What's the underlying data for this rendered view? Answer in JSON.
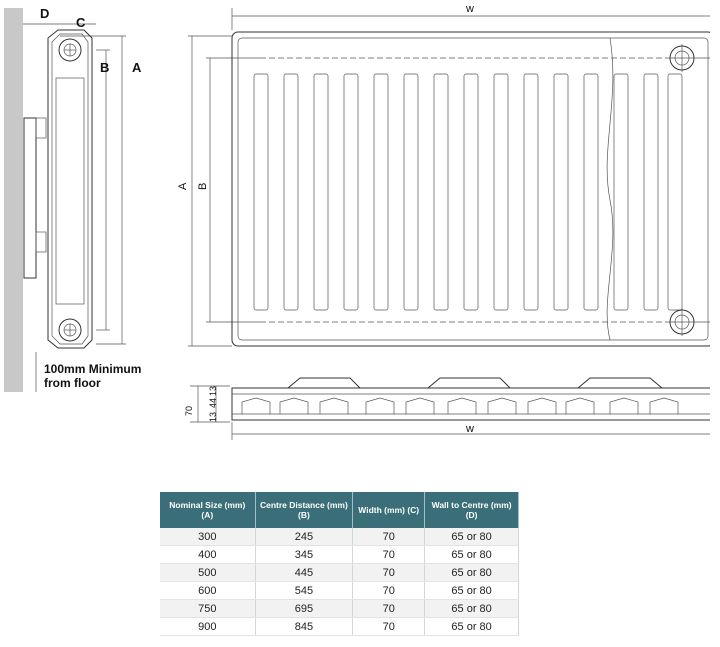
{
  "side_view": {
    "labels": {
      "d": "D",
      "c": "C",
      "b": "B",
      "a": "A"
    },
    "floor_note_line1": "100mm Minimum",
    "floor_note_line2": "from floor"
  },
  "front_view": {
    "width_label": "w",
    "a_label": "A",
    "b_label": "B"
  },
  "top_view": {
    "width_label": "w",
    "depth_label": "70",
    "seg_top": "13",
    "seg_mid": "44",
    "seg_bottom": "13"
  },
  "table": {
    "headers": [
      "Nominal Size (mm) (A)",
      "Centre Distance (mm) (B)",
      "Width (mm) (C)",
      "Wall to Centre (mm) (D)"
    ],
    "rows": [
      [
        "300",
        "245",
        "70",
        "65 or 80"
      ],
      [
        "400",
        "345",
        "70",
        "65 or 80"
      ],
      [
        "500",
        "445",
        "70",
        "65 or 80"
      ],
      [
        "600",
        "545",
        "70",
        "65 or 80"
      ],
      [
        "750",
        "695",
        "70",
        "65 or 80"
      ],
      [
        "900",
        "845",
        "70",
        "65 or 80"
      ]
    ]
  }
}
